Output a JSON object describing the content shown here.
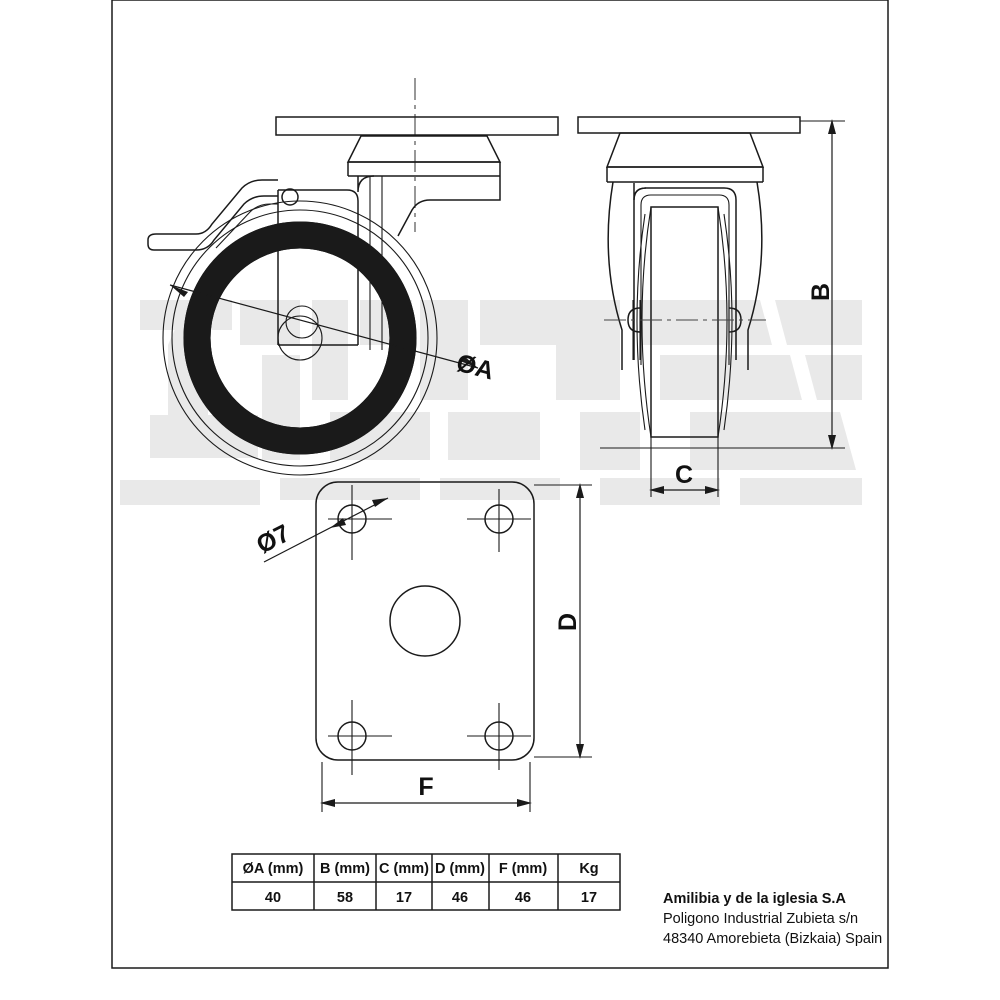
{
  "document": {
    "type": "technical-drawing",
    "subject": "swivel caster with brake - dimensioned engineering drawing",
    "background_color": "#ffffff",
    "line_color": "#1a1a1a",
    "watermark_color": "#e9e9e9"
  },
  "views": {
    "side_view": {
      "name": "side elevation with brake lever",
      "dimension_label": "ØA"
    },
    "front_view": {
      "name": "front elevation",
      "height_label": "B",
      "width_label": "C"
    },
    "plate_view": {
      "name": "top plate bolt pattern",
      "hole_label": "Ø7",
      "height_label": "D",
      "width_label": "F"
    }
  },
  "spec_table": {
    "headers": [
      "ØA (mm)",
      "B (mm)",
      "C (mm)",
      "D (mm)",
      "F (mm)",
      "Kg"
    ],
    "rows": [
      [
        "40",
        "58",
        "17",
        "46",
        "46",
        "17"
      ]
    ]
  },
  "company": {
    "name": "Amilibia y de la iglesia S.A",
    "address_line1": "Poligono Industrial Zubieta s/n",
    "address_line2": "48340 Amorebieta (Bizkaia) Spain"
  }
}
